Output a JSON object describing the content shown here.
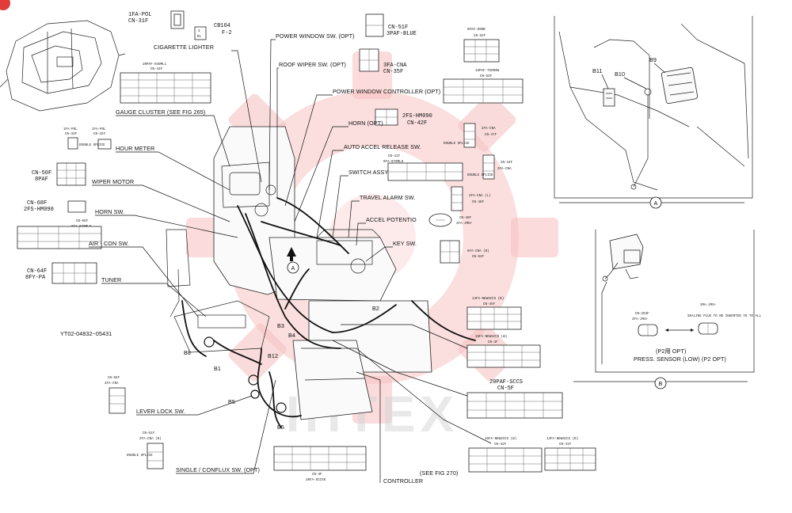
{
  "labels": {
    "cigarette_lighter": "CIGARETTE LIGHTER",
    "gauge_cluster": "GAUGE CLUSTER (SEE FIG 265)",
    "hour_meter": "HOUR METER",
    "wiper_motor": "WIPER MOTOR",
    "horn_sw": "HORN SW.",
    "air_con_sw": "AIR - CON SW.",
    "tuner": "TUNER",
    "doc_number": "YT02-04832~05431",
    "lever_lock_sw": "LEVER LOCK SW.",
    "single_conflux_sw": "SINGLE / CONFLUX SW. (OPT)",
    "power_window_sw": "POWER WINDOW SW. (OPT)",
    "roof_wiper_sw": "ROOF WIPER SW. (OPT)",
    "power_window_controller": "POWER WINDOW CONTROLLER (OPT)",
    "horn_opt": "HORN (OPT)",
    "auto_accel_release_sw": "AUTO ACCEL RELEASE SW.",
    "switch_assy": "SWITCH ASSY",
    "travel_alarm_sw": "TRAVEL ALARM SW.",
    "accel_potentio": "ACCEL POTENTIO",
    "key_sw": "KEY SW.",
    "controller": "CONTROLLER",
    "see_fig_270": "(SEE FIG 270)",
    "p2_opt": "(P2用 OPT)",
    "press_sensor": "PRESS. SENSOR (LOW) (P2 OPT)",
    "view_a": "A",
    "view_b": "B",
    "callout_a": "A",
    "b1": "B1",
    "b2": "B2",
    "b3": "B3",
    "b4": "B4",
    "b5a": "B5",
    "b5b": "B5",
    "b8": "B8",
    "b9": "B9",
    "b10": "B10",
    "b11": "B11",
    "b12": "B12"
  },
  "connectors": {
    "cn31f": {
      "name": "1FA-POL",
      "code": "CN-31F"
    },
    "cb104": {
      "name": "CB104",
      "code": "F-2",
      "pin": "3",
      "pin_label": "RL"
    },
    "cn43f": {
      "name": "20PAF-040ML1",
      "code": "CN-43F"
    },
    "cn33f": {
      "name": "1FA-POL",
      "code": "CN-33F"
    },
    "cn32f": {
      "name": "1FA-POL",
      "code": "CN-32F"
    },
    "double_splice": "DOUBLE SPLICE",
    "cn50f": {
      "name": "CN-50F",
      "code": "8PAF"
    },
    "cn68f": {
      "name": "CN-68F",
      "code": "2FS-HM090"
    },
    "cn65f": {
      "name": "CN-65F",
      "code": "8FA-070ML8"
    },
    "cn64f": {
      "name": "CN-64F",
      "code": "8FY-PA"
    },
    "cn66f": {
      "name": "CN-66F",
      "code": "2FA-CNA"
    },
    "cn61f": {
      "name": "CN-61F",
      "code": "2FA-CNA (B)"
    },
    "cn51f": {
      "name": "CN-51F",
      "code": "3PAF-BLUE"
    },
    "cn35f": {
      "name": "3FA-CNA",
      "code": "CN-35F"
    },
    "cn42f": {
      "name": "2FS-HM090",
      "code": "CN-42F"
    },
    "cn52f": {
      "name": "6PAF-090B",
      "code": "CN-52F"
    },
    "cn53f": {
      "name": "16PAF-TS090W",
      "code": "CN-53F"
    },
    "cn47f": {
      "name": "2FA-CNA",
      "code": "CN-47F"
    },
    "cn41f": {
      "name": "CN-41F",
      "code": "8FA-070ML8"
    },
    "cn44f": {
      "name": "CN-44F",
      "code": "2FA-CNA"
    },
    "cn48f": {
      "name": "2FA-CNA (L)",
      "code": "CN-48F"
    },
    "cn40f": {
      "name": "CN-40F",
      "code": "3FA-JM8+"
    },
    "cn62f": {
      "name": "6FA-CNA (B)",
      "code": "CN-62F"
    },
    "cn45f": {
      "name": "14FA-NEWSCCS (B)",
      "code": "CN-45F"
    },
    "cn4f": {
      "name": "16FA-NEWSCCS (W)",
      "code": "CN-4F"
    },
    "cn5f": {
      "name": "20PAF-SCCS",
      "code": "CN-5F"
    },
    "cn3f": {
      "name": "CN-3F",
      "code": "20FA-SCCS8"
    },
    "cn42f_b": {
      "name": "16FA-NEWSCCS (W)",
      "code": "CN-42F"
    },
    "cn41f_b": {
      "name": "14FA-NEWSCCS (B)",
      "code": "CN-41F"
    },
    "cn263f": {
      "name": "CN-263F",
      "code": "2FA-JMS+"
    },
    "jms_plug": {
      "name": "2MA-JMS+",
      "note": "SEALING PLUG TO BE INSERTED  YK TO ALL"
    }
  },
  "colors": {
    "ink": "#111111",
    "watermark": "#e63d3d",
    "watermark_text": "#bfbfbf",
    "badge": "#e23b3b"
  }
}
